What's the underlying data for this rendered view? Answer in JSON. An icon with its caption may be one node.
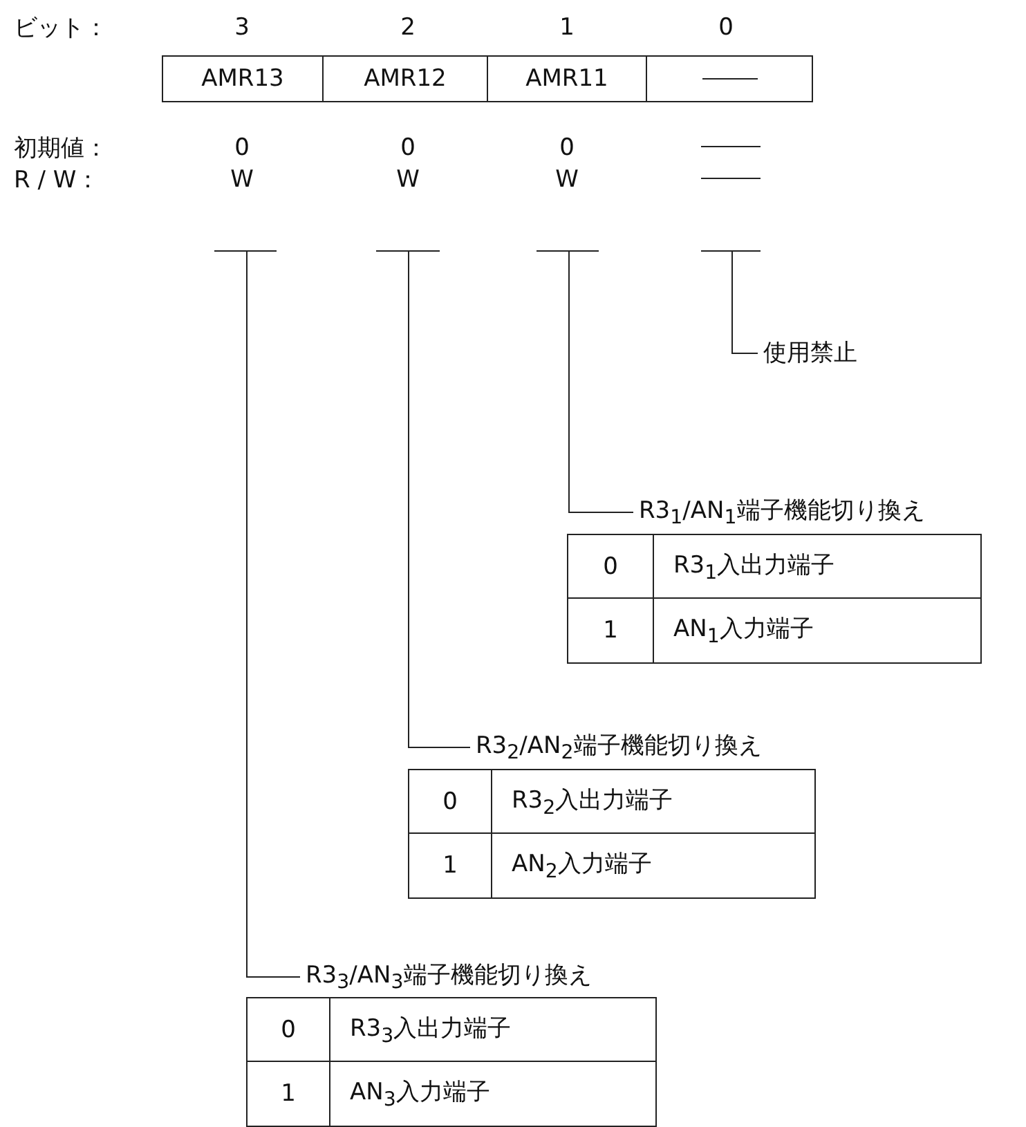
{
  "diagram": {
    "nodes": [
      {
        "text": [
          "AMR13"
        ]
      },
      {
        "text": [
          "AMR12"
        ]
      },
      {
        "text": [
          "AMR11"
        ]
      },
      {
        "text": [],
        "shape": "box"
      },
      {
        "text": [],
        "shape": "bar"
      },
      {
        "text": [],
        "shape": "bar"
      },
      {
        "text": [],
        "shape": "bar"
      },
      {
        "text": [],
        "shape": "bar"
      },
      {
        "text": [
          "使用禁止"
        ]
      },
      {
        "text": [
          "R3$_{1}$/AN$_{1}$端子機能切り換え"
        ]
      },
      {
        "text": [
          "0",
          "R3$_{1}$入出力端子",
          "1",
          "AN$_{1}$入力端子"
        ]
      },
      {
        "text": [
          "R3$_{2}$/AN$_{2}$端子機能切り換え"
        ]
      },
      {
        "text": [
          "0",
          "R3$_{2}$入出力端子",
          "1",
          "AN$_{2}$入力端子"
        ]
      },
      {
        "text": [
          "R3$_{3}$/AN$_{3}$端子機能切り換え"
        ]
      },
      {
        "text": [
          "0",
          "R3$_{3}$入出力端子",
          "1",
          "AN$_{3}$入力端子"
        ]
      }
    ],
    "edges": [
      {
        "from": 7,
        "to": 8,
        "arrow": "none"
      },
      {
        "from": 6,
        "to": 9,
        "arrow": "none"
      },
      {
        "from": 5,
        "to": 11,
        "arrow": "none"
      },
      {
        "from": 4,
        "to": 13,
        "arrow": "none"
      }
    ],
    "labels": [
      "ビット：",
      "3",
      "2",
      "1",
      "0",
      "初期値：",
      "0",
      "0",
      "0",
      "R / W：",
      "W",
      "W",
      "W"
    ]
  }
}
